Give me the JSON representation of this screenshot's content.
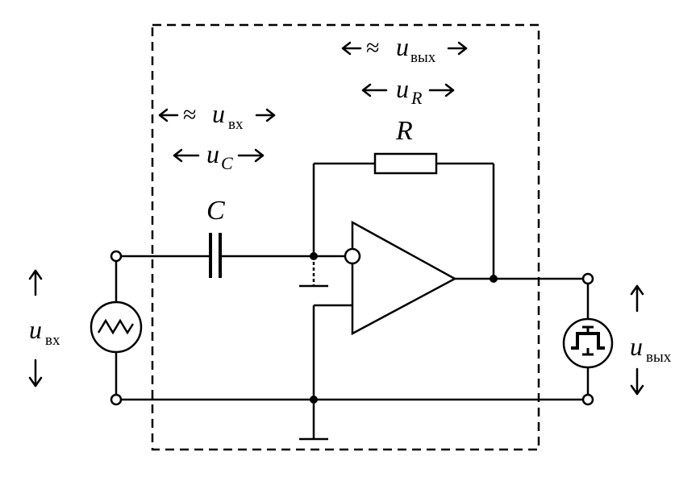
{
  "labels": {
    "resistor": "R",
    "capacitor": "C",
    "u": "u",
    "sub_in": "вх",
    "sub_out": "вых",
    "sub_R": "R",
    "sub_C": "C",
    "approx": "≈"
  },
  "colors": {
    "stroke": "#000000",
    "background": "#ffffff"
  },
  "icons": {
    "input_source": "ac-source-triangle-wave-icon",
    "output_meter": "oscilloscope-icon"
  }
}
